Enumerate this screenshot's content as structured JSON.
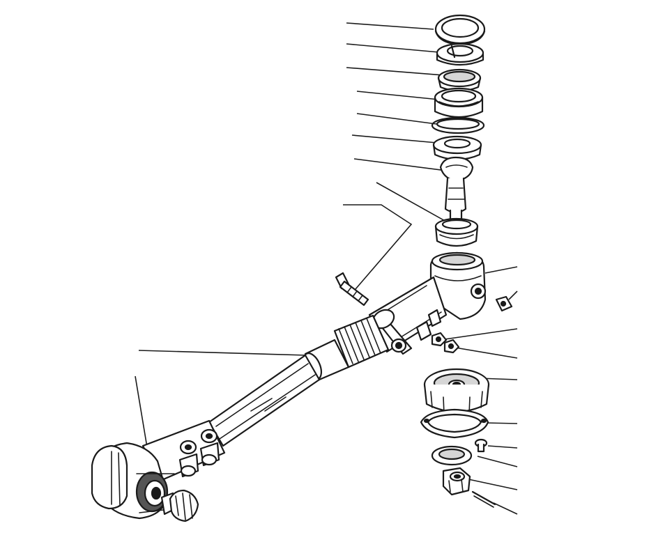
{
  "diagram": {
    "kind": "exploded-parts-drawing",
    "subject": "steering-tie-rod-assembly",
    "ink_color": "#1a1a1a",
    "background": "#ffffff",
    "callouts": {
      "count": 19,
      "labels_printed": false
    }
  }
}
